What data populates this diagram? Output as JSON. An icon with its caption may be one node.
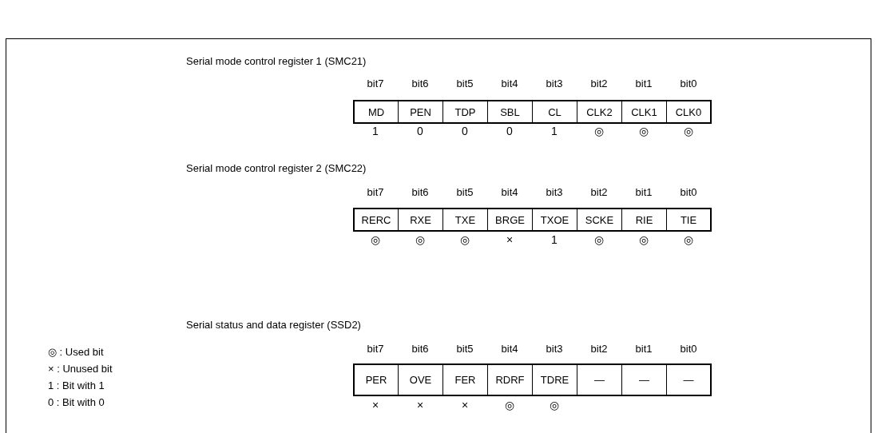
{
  "diagram": {
    "nodes": [
      {
        "text": [
          "MD"
        ]
      },
      {
        "text": [
          "PEN"
        ]
      },
      {
        "text": [
          "TDP"
        ]
      },
      {
        "text": [
          "SBL"
        ]
      },
      {
        "text": [
          "CL"
        ]
      },
      {
        "text": [
          "CLK2"
        ]
      },
      {
        "text": [
          "CLK1"
        ]
      },
      {
        "text": [
          "CLK0"
        ]
      },
      {
        "text": [
          "RERC"
        ]
      },
      {
        "text": [
          "RXE"
        ]
      },
      {
        "text": [
          "TXE"
        ]
      },
      {
        "text": [
          "BRGE"
        ]
      },
      {
        "text": [
          "TXOE"
        ]
      },
      {
        "text": [
          "SCKE"
        ]
      },
      {
        "text": [
          "RIE"
        ]
      },
      {
        "text": [
          "TIE"
        ]
      },
      {
        "text": [
          "PER"
        ]
      },
      {
        "text": [
          "OVE"
        ]
      },
      {
        "text": [
          "FER"
        ]
      },
      {
        "text": [
          "RDRF"
        ]
      },
      {
        "text": [
          "TDRE"
        ]
      },
      {
        "text": [
          "—"
        ]
      },
      {
        "text": [
          "—"
        ]
      },
      {
        "text": [
          "—"
        ]
      }
    ],
    "edges": [],
    "labels": [
      "Serial mode control register 1 (SMC21)",
      "bit7",
      "bit6",
      "bit5",
      "bit4",
      "bit3",
      "bit2",
      "bit1",
      "bit0",
      "1",
      "0",
      "0",
      "0",
      "1",
      "◎",
      "◎",
      "◎",
      "Serial mode control register 2 (SMC22)",
      "bit7",
      "bit6",
      "bit5",
      "bit4",
      "bit3",
      "bit2",
      "bit1",
      "bit0",
      "◎",
      "◎",
      "◎",
      "×",
      "1",
      "◎",
      "◎",
      "◎",
      "Serial status and data register (SSD2)",
      "bit7",
      "bit6",
      "bit5",
      "bit4",
      "bit3",
      "bit2",
      "bit1",
      "bit0",
      "×",
      "×",
      "×",
      "◎",
      "◎"
    ],
    "legend": [
      {
        "text": "◎ : Used bit"
      },
      {
        "text": "× : Unused bit"
      },
      {
        "text": "1 : Bit with 1"
      },
      {
        "text": "0 : Bit with 0"
      }
    ]
  }
}
